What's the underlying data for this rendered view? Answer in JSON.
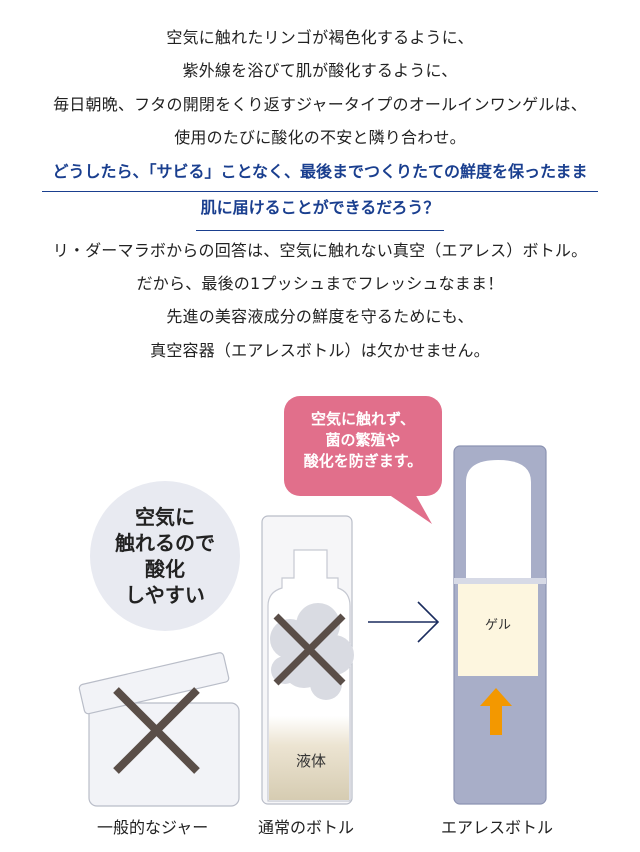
{
  "intro_lines": [
    "空気に触れたリンゴが褐色化するように、",
    "紫外線を浴びて肌が酸化するように、",
    "毎日朝晩、フタの開閉をくり返すジャータイプのオールインワンゲルは、",
    "使用のたびに酸化の不安と隣り合わせ。"
  ],
  "question_lines": [
    "どうしたら、「サビる」ことなく、最後までつくりたての鮮度を保ったまま",
    "肌に届けることができるだろう？"
  ],
  "answer_lines": [
    "リ・ダーマラボからの回答は、空気に触れない真空（エアレス）ボトル。",
    "だから、最後の1プッシュまでフレッシュなまま！",
    "先進の美容液成分の鮮度を守るためにも、",
    "真空容器（エアレスボトル）は欠かせません。"
  ],
  "jar_bubble": [
    "空気に",
    "触れるので",
    "酸化",
    "しやすい"
  ],
  "airless_bubble": [
    "空気に触れず、",
    "菌の繁殖や",
    "酸化を防ぎます。"
  ],
  "bottle_contents_label": "液体",
  "airless_contents_label": "ゲル",
  "captions": {
    "jar": "一般的なジャー",
    "bottle": "通常のボトル",
    "airless": "エアレスボトル"
  },
  "colors": {
    "heading": "#1a3f8f",
    "bubble_pink": "#e16f8b",
    "cross": "#5a4e48",
    "arrow_orange": "#f39800",
    "airless_body": "#a8aec8"
  }
}
